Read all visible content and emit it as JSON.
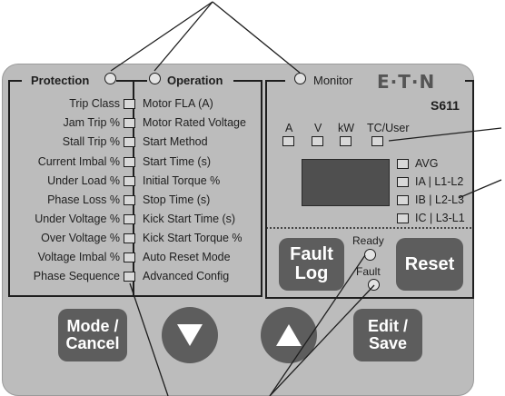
{
  "protection": {
    "header": "Protection",
    "items": [
      "Trip Class",
      "Jam Trip %",
      "Stall Trip %",
      "Current Imbal %",
      "Under Load %",
      "Phase Loss %",
      "Under Voltage %",
      "Over Voltage %",
      "Voltage Imbal %",
      "Phase Sequence"
    ]
  },
  "operation": {
    "header": "Operation",
    "items": [
      "Motor FLA (A)",
      "Motor Rated Voltage",
      "Start Method",
      "Start Time (s)",
      "Initial Torque %",
      "Stop Time (s)",
      "Kick Start Time (s)",
      "Kick Start Torque %",
      "Auto Reset Mode",
      "Advanced Config"
    ]
  },
  "monitor": {
    "header": "Monitor",
    "top_indicators": [
      "A",
      "V",
      "kW",
      "TC/User"
    ],
    "side_indicators": [
      {
        "phase": "AVG",
        "line": ""
      },
      {
        "phase": "IA",
        "line": "L1-L2"
      },
      {
        "phase": "IB",
        "line": "L2-L3"
      },
      {
        "phase": "IC",
        "line": "L3-L1"
      }
    ]
  },
  "brand": {
    "logo": "E·T·N",
    "model": "S611"
  },
  "status": {
    "ready_label": "Ready",
    "fault_label": "Fault"
  },
  "buttons": {
    "fault_log": [
      "Fault",
      "Log"
    ],
    "reset": "Reset",
    "mode_cancel": [
      "Mode /",
      "Cancel"
    ],
    "edit_save": [
      "Edit /",
      "Save"
    ],
    "down": "down-arrow-icon",
    "up": "up-arrow-icon"
  },
  "colors": {
    "panel": "#bcbcbc",
    "button": "#5d5d5d",
    "text": "#1e1e1e",
    "button_text": "#ffffff"
  }
}
